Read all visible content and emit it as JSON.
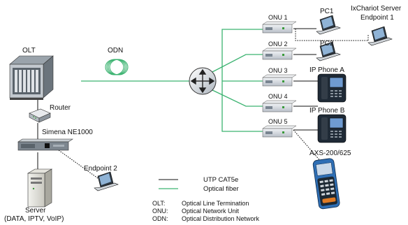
{
  "colors": {
    "fiber": "#3cb371",
    "utp": "#111111",
    "device_body": "#d8dde3",
    "device_dark": "#4a5560",
    "phone": "#1f2a36",
    "accent_blue": "#2f6fb5"
  },
  "labels": {
    "olt": "OLT",
    "odn": "ODN",
    "router": "Router",
    "simena": "Simena NE1000",
    "endpoint2": "Endpoint 2",
    "server_line1": "Server",
    "server_line2": "(DATA, IPTV, VoIP)",
    "onu1": "ONU 1",
    "onu2": "ONU 2",
    "onu3": "ONU 3",
    "onu4": "ONU 4",
    "onu5": "ONU 5",
    "pc1": "PC1",
    "pc2": "PC2",
    "ixchariot_line1": "IxChariot Server",
    "ixchariot_line2": "Endpoint 1",
    "ip_phone_a": "IP Phone A",
    "ip_phone_b": "IP Phone B",
    "axs": "AXS-200/625"
  },
  "legend": {
    "utp": "UTP CAT5e",
    "fiber": "Optical fiber"
  },
  "abbreviations": [
    {
      "abbr": "OLT:",
      "meaning": "Optical Line Termination"
    },
    {
      "abbr": "ONU:",
      "meaning": "Optical Network Unit"
    },
    {
      "abbr": "ODN:",
      "meaning": "Optical Distribution Network"
    }
  ]
}
